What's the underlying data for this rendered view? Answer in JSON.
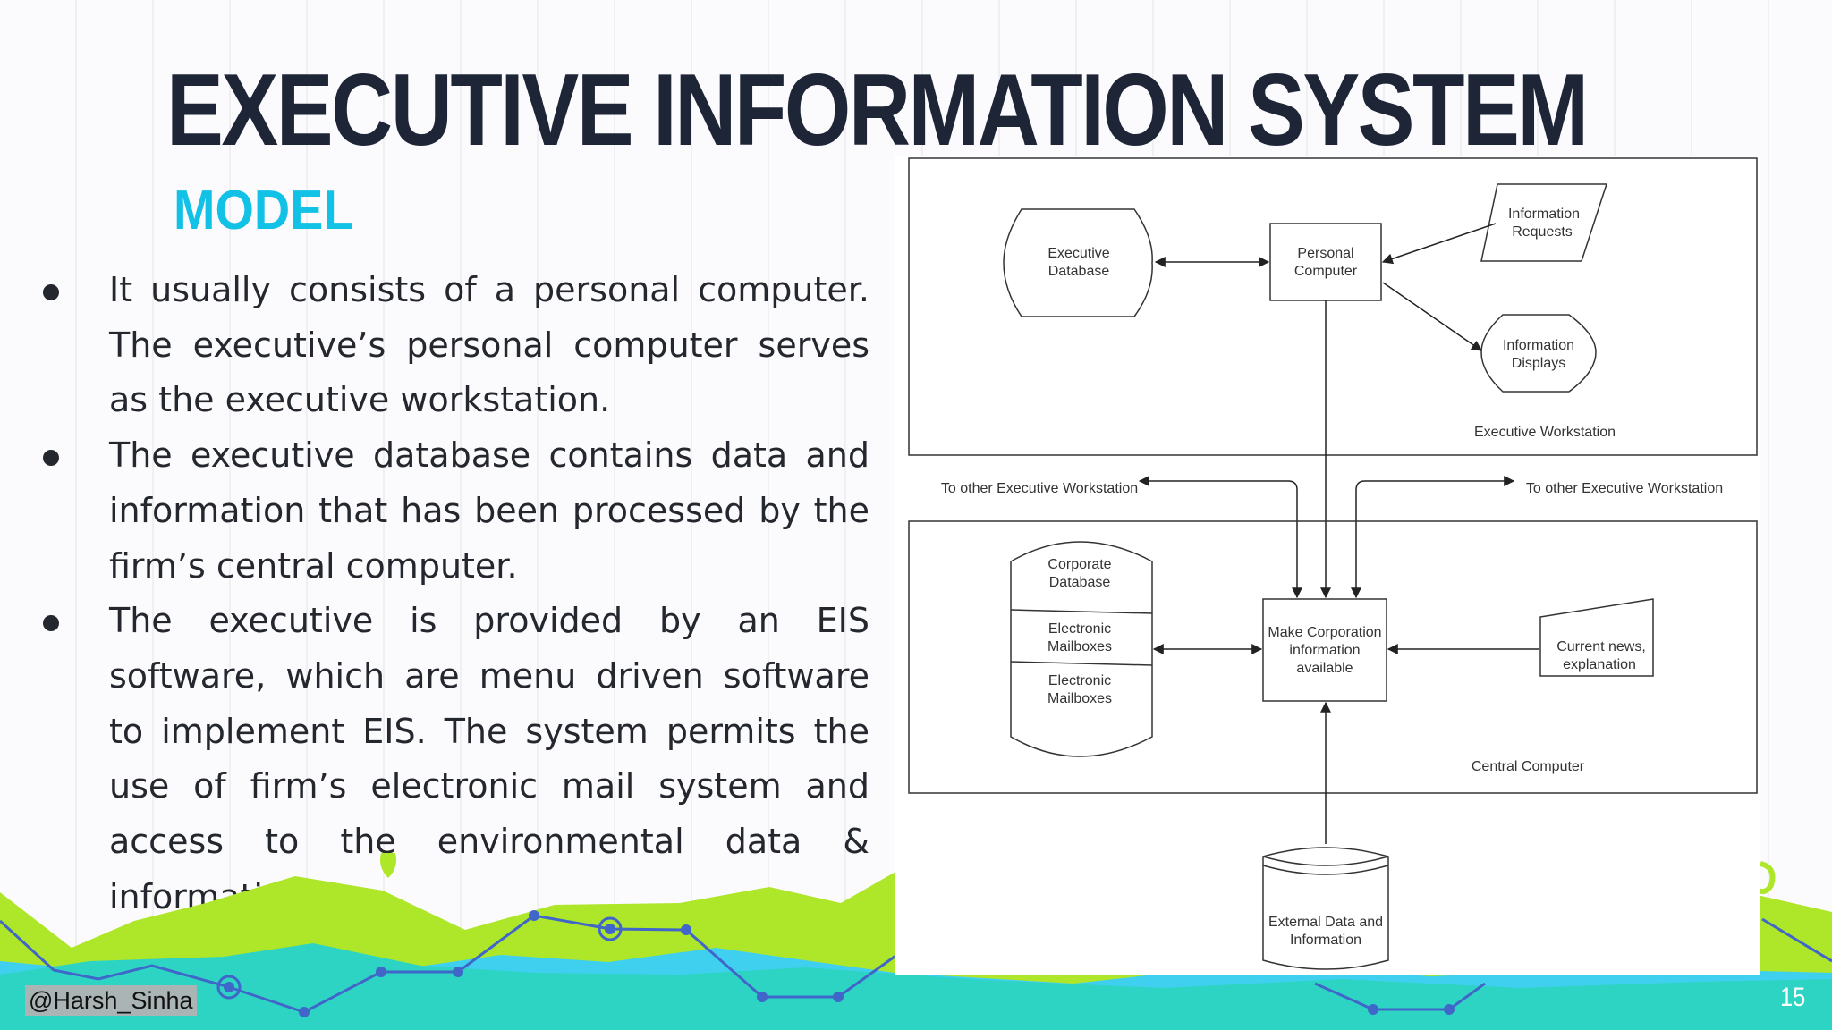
{
  "slide": {
    "title": "EXECUTIVE INFORMATION SYSTEM",
    "subtitle": "MODEL",
    "author": "@Harsh_Sinha",
    "page_number": "15"
  },
  "bullets": [
    "It usually consists of a personal computer. The executive’s personal computer serves as the executive workstation.",
    "The executive database contains data and information that has been processed by the firm’s central computer.",
    "The executive is provided by an EIS software, which are menu driven software to implement EIS. The system permits the use of firm’s electronic mail system and access to the environmental data & information."
  ],
  "diagram": {
    "executive_database": [
      "Executive",
      "Database"
    ],
    "personal_computer": [
      "Personal",
      "Computer"
    ],
    "information_requests": [
      "Information",
      "Requests"
    ],
    "information_displays": [
      "Information",
      "Displays"
    ],
    "executive_workstation": "Executive Workstation",
    "to_other_left": "To other Executive Workstation",
    "to_other_right": "To other Executive Workstation",
    "corporate_database": [
      "Corporate",
      "Database"
    ],
    "electronic_mailboxes_1": [
      "Electronic",
      "Mailboxes"
    ],
    "electronic_mailboxes_2": [
      "Electronic",
      "Mailboxes"
    ],
    "make_corporation": [
      "Make Corporation",
      "information",
      "available"
    ],
    "current_news": [
      "Current news,",
      "explanation"
    ],
    "central_computer": "Central Computer",
    "external_data": [
      "External Data and",
      "Information"
    ]
  },
  "colors": {
    "title": "#1e2536",
    "subtitle": "#12c1e6",
    "green": "#aee629",
    "teal": "#2ed4c3",
    "cyan": "#3fd0f0",
    "line_blue": "#3f66c8"
  }
}
